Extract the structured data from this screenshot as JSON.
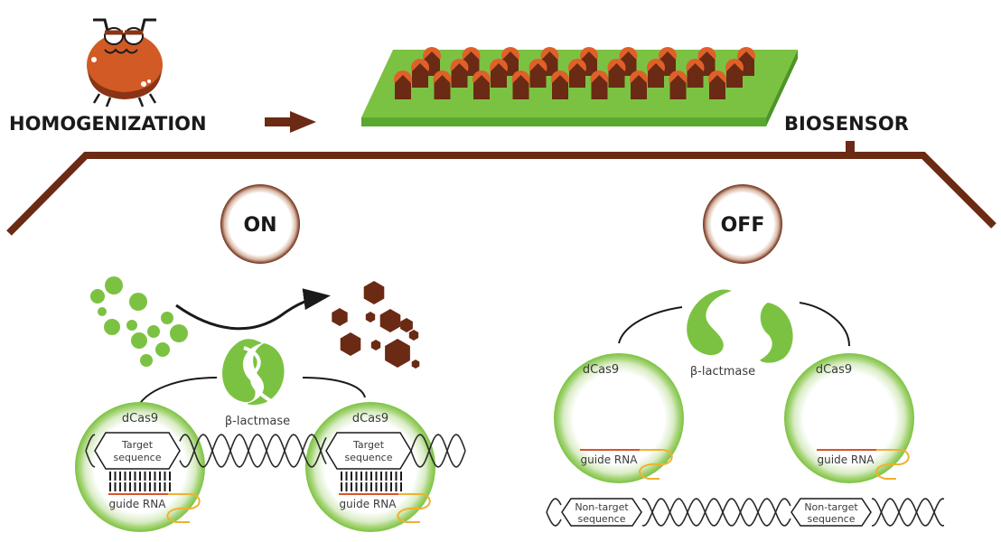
{
  "labels": {
    "homogenization": "HOMOGENIZATION",
    "biosensor": "BIOSENSOR",
    "on_state": "ON",
    "off_state": "OFF"
  },
  "on_panel": {
    "enzyme_label": "β-lactmase",
    "left_protein": {
      "label": "dCas9",
      "target_line1": "Target",
      "target_line2": "sequence",
      "rna_label": "guide RNA"
    },
    "right_protein": {
      "label": "dCas9",
      "target_line1": "Target",
      "target_line2": "sequence",
      "rna_label": "guide RNA"
    }
  },
  "off_panel": {
    "enzyme_label": "β-lactmase",
    "left_protein": {
      "label": "dCas9",
      "rna_label": "guide RNA"
    },
    "right_protein": {
      "label": "dCas9",
      "rna_label": "guide RNA"
    },
    "nontarget_1_line1": "Non-target",
    "nontarget_1_line2": "sequence",
    "nontarget_2_line1": "Non-target",
    "nontarget_2_line2": "sequence"
  },
  "colors": {
    "brown": "#6b2a14",
    "orange": "#e0602a",
    "green": "#7cc242",
    "green_light": "#cfe8b4",
    "rna_red": "#d9532b",
    "rna_orange": "#f0b030",
    "dark": "#1a1a1a"
  }
}
